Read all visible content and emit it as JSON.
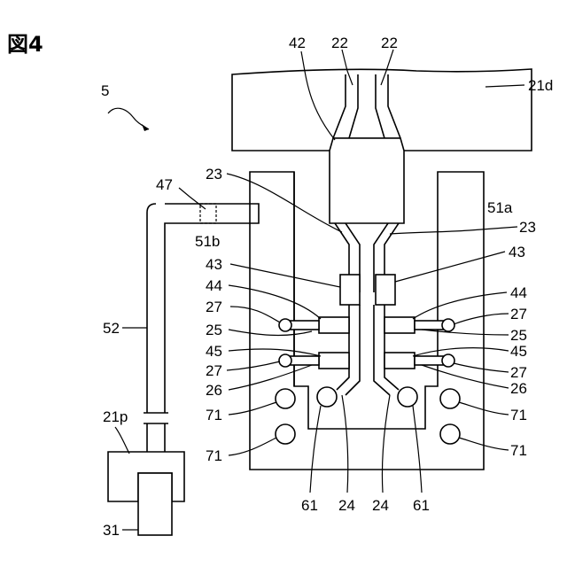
{
  "figure": {
    "title": "図4"
  },
  "labels": {
    "ref_5": "5",
    "ref_42": "42",
    "ref_22a": "22",
    "ref_22b": "22",
    "ref_21d": "21d",
    "ref_23_left": "23",
    "ref_23_right": "23",
    "ref_47": "47",
    "ref_51a": "51a",
    "ref_51b": "51b",
    "ref_43_left": "43",
    "ref_43_right": "43",
    "ref_44_left": "44",
    "ref_44_right": "44",
    "ref_27_left_top": "27",
    "ref_27_right_top": "27",
    "ref_25_left": "25",
    "ref_25_right": "25",
    "ref_45_left": "45",
    "ref_45_right": "45",
    "ref_27_left_bottom": "27",
    "ref_27_right_bottom": "27",
    "ref_26_left": "26",
    "ref_26_right": "26",
    "ref_71_left_top": "71",
    "ref_71_right_top": "71",
    "ref_71_left_bottom": "71",
    "ref_71_right_bottom": "71",
    "ref_52": "52",
    "ref_21p": "21p",
    "ref_31": "31",
    "ref_61_left": "61",
    "ref_24_left": "24",
    "ref_24_right": "24",
    "ref_61_right": "61"
  }
}
